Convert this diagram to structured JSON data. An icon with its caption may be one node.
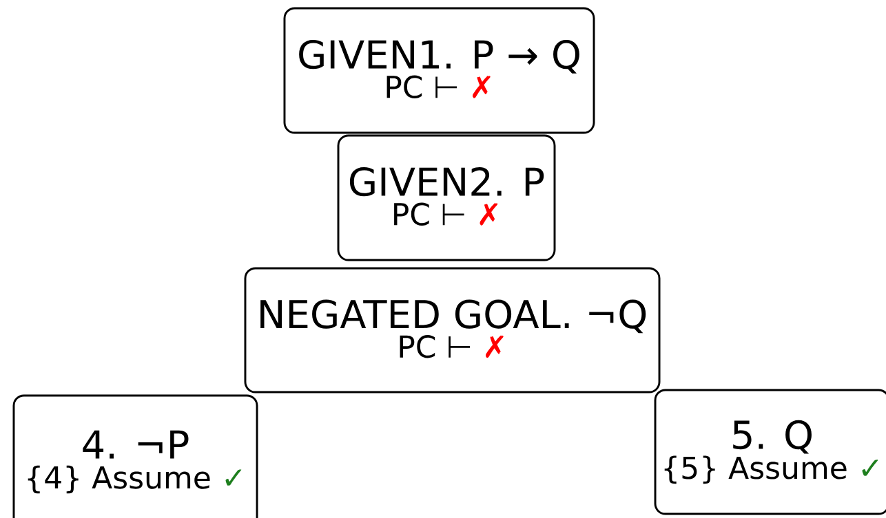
{
  "diagram": {
    "nodes": [
      {
        "text": [
          "GIVEN1. P → Q",
          "PC ⊢",
          "✗"
        ]
      },
      {
        "text": [
          "GIVEN2. P",
          "PC ⊢",
          "✗"
        ]
      },
      {
        "text": [
          "NEGATED GOAL. ¬Q",
          "PC ⊢",
          "✗"
        ]
      },
      {
        "text": [
          "4. ¬P",
          "{4} Assume",
          "✓"
        ]
      },
      {
        "text": [
          "5. Q",
          "{5} Assume",
          "✓"
        ]
      }
    ]
  }
}
